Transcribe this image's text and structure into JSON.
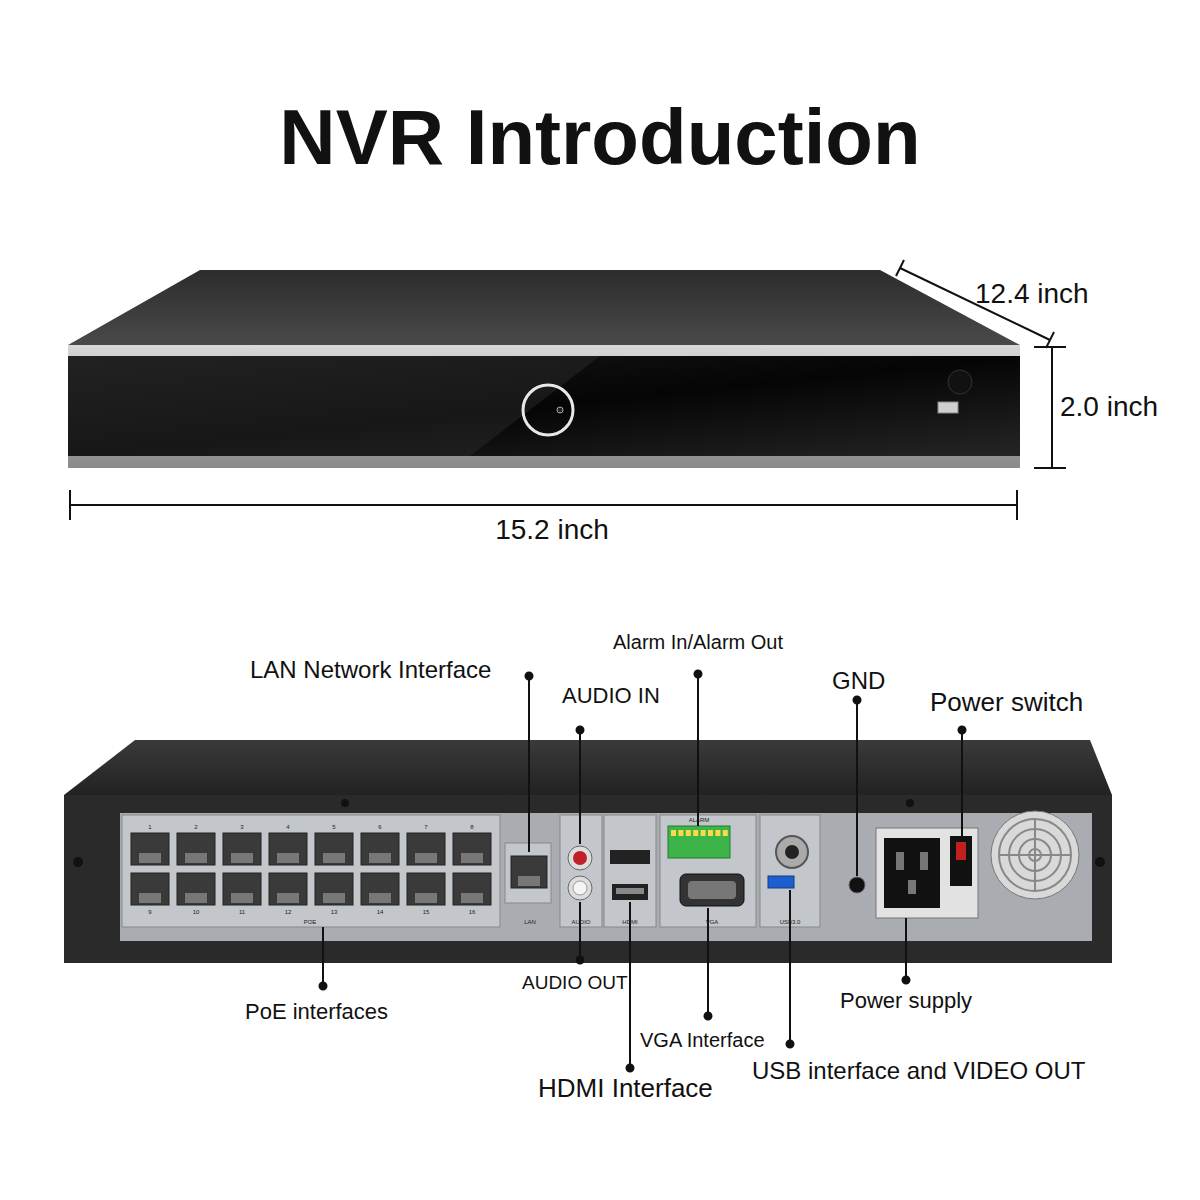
{
  "diagram": {
    "title": "NVR Introduction",
    "labels": [
      "12.4 inch",
      "2.0 inch",
      "15.2 inch",
      "LAN Network Interface",
      "AUDIO IN",
      "Alarm In/Alarm Out",
      "GND",
      "Power switch",
      "PoE interfaces",
      "AUDIO OUT",
      "VGA Interface",
      "Power supply",
      "USB interface and VIDEO OUT",
      "HDMI Interface",
      "POE",
      "LAN",
      "AUDIO",
      "HDMI",
      "VGA",
      "USB3.0",
      "ALARM",
      "1",
      "2",
      "3",
      "4",
      "5",
      "6",
      "7",
      "8",
      "9",
      "10",
      "11",
      "12",
      "13",
      "14",
      "15",
      "16"
    ]
  }
}
